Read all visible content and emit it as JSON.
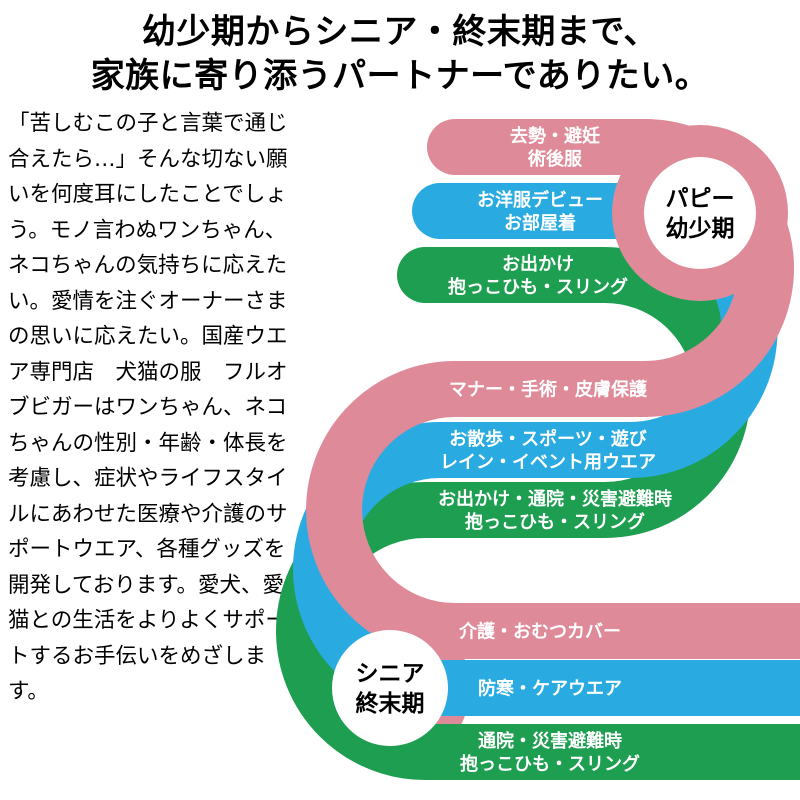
{
  "title": {
    "line1": "幼少期からシニア・終末期まで、",
    "line2": "家族に寄り添うパートナーでありたい。"
  },
  "intro": {
    "text": "「苦しむこの子と言葉で通じ合えたら…」そんな切ない願いを何度耳にしたことでしょう。モノ言わぬワンちゃん、ネコちゃんの気持ちに応えたい。愛情を注ぐオーナーさまの思いに応えたい。国産ウエア専門店　犬猫の服　フルオブビガーはワンちゃん、ネコちゃんの性別・年齢・体長を考慮し、症状やライフスタイルにあわせた医療や介護のサポートウエア、各種グッズを開発しております。愛犬、愛猫との生活をよりよくサポートするお手伝いをめざします。"
  },
  "colors": {
    "pink": "#df8a98",
    "blue": "#29abe2",
    "green": "#1e9e50",
    "stage_circle": "#ffffff",
    "band_text": "#ffffff"
  },
  "diagram": {
    "stages": [
      {
        "id": "puppy",
        "lines": [
          "パピー",
          "幼少期"
        ]
      },
      {
        "id": "senior",
        "lines": [
          "シニア",
          "終末期"
        ]
      }
    ],
    "bands": [
      {
        "color": "pink",
        "lines": [
          "去勢・避妊",
          "術後服"
        ]
      },
      {
        "color": "blue",
        "lines": [
          "お洋服デビュー",
          "お部屋着"
        ]
      },
      {
        "color": "green",
        "lines": [
          "お出かけ",
          "抱っこひも・スリング"
        ]
      },
      {
        "color": "pink",
        "lines": [
          "マナー・手術・皮膚保護"
        ]
      },
      {
        "color": "blue",
        "lines": [
          "お散歩・スポーツ・遊び",
          "レイン・イベント用ウエア"
        ]
      },
      {
        "color": "green",
        "lines": [
          "お出かけ・通院・災害避難時",
          "抱っこひも・スリング"
        ]
      },
      {
        "color": "pink",
        "lines": [
          "介護・おむつカバー"
        ]
      },
      {
        "color": "blue",
        "lines": [
          "防寒・ケアウエア"
        ]
      },
      {
        "color": "green",
        "lines": [
          "通院・災害避難時",
          "抱っこひも・スリング"
        ]
      }
    ]
  }
}
